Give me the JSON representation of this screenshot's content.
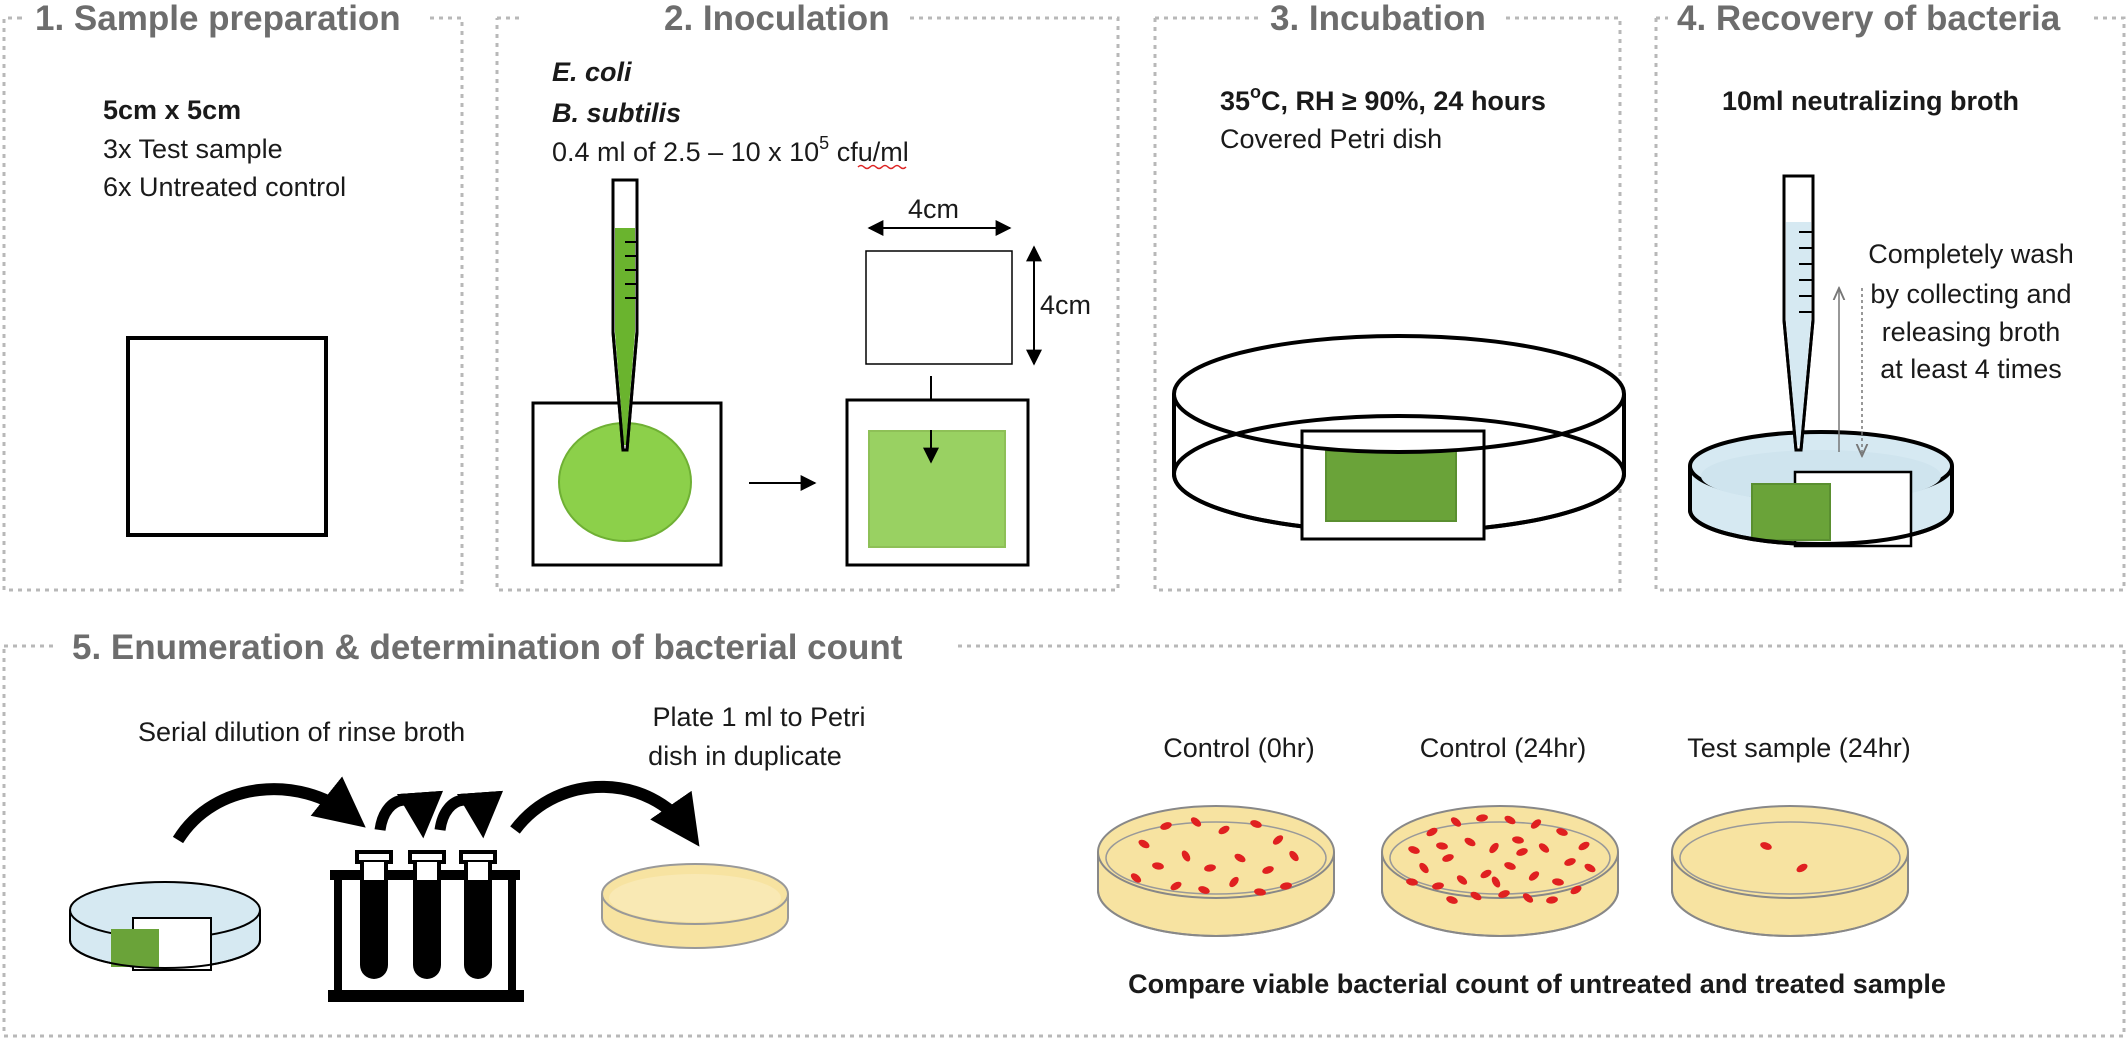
{
  "panels": {
    "p1": {
      "title": "1. Sample preparation",
      "size": "5cm x 5cm",
      "test": "3x Test sample",
      "control": "6x Untreated control"
    },
    "p2": {
      "title": "2. Inoculation",
      "organism1": "E. coli",
      "organism2": "B. subtilis",
      "dose_prefix": "0.4 ml of 2.5 – 10 x 10",
      "dose_exp": "5",
      "dose_unit": " cfu/ml",
      "dim_width": "4cm",
      "dim_height": "4cm"
    },
    "p3": {
      "title": "3. Incubation",
      "temp": "35",
      "temp_unit": "o",
      "conditions": "C, RH ≥ 90%, 24 hours",
      "dish": "Covered Petri dish"
    },
    "p4": {
      "title": "4. Recovery of bacteria",
      "broth": "10ml neutralizing broth",
      "wash_line1": "Completely wash",
      "wash_line2": "by collecting and",
      "wash_line3": "releasing broth",
      "wash_line4": "at least 4 times"
    },
    "p5": {
      "title": "5. Enumeration & determination of bacterial count",
      "serial": "Serial dilution of rinse broth",
      "plate_line1": "Plate 1 ml to Petri",
      "plate_line2": "dish in duplicate",
      "ctrl0": "Control (0hr)",
      "ctrl24": "Control (24hr)",
      "test24": "Test sample (24hr)",
      "compare": "Compare viable bacterial count of untreated and treated sample"
    }
  },
  "colors": {
    "frame": "#b8b8b8",
    "title": "#6d6d6d",
    "inoculum_green": "#8cd04a",
    "sample_green": "#6aa339",
    "broth_blue": "#d6e9f2",
    "agar": "#f7e3a1",
    "colony_red": "#e02020"
  },
  "icons": [
    "pipette-icon",
    "petri-dish-icon",
    "test-tube-rack-icon",
    "curved-arrow-icon"
  ]
}
